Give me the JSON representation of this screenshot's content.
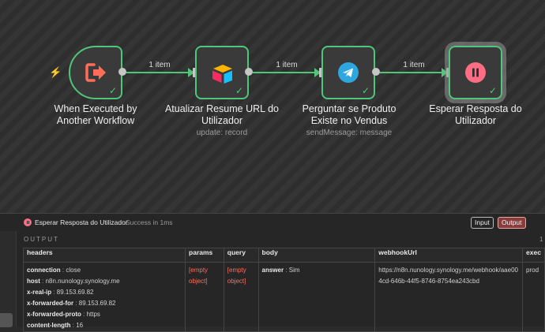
{
  "canvas": {
    "nodes": [
      {
        "title_line1": "When Executed by",
        "title_line2": "Another Workflow",
        "subtitle": "",
        "icon": "sign-in-arrow-icon"
      },
      {
        "title_line1": "Atualizar Resume URL do",
        "title_line2": "Utilizador",
        "subtitle": "update: record",
        "icon": "airtable-icon"
      },
      {
        "title_line1": "Perguntar se Produto",
        "title_line2": "Existe no Vendus",
        "subtitle": "sendMessage: message",
        "icon": "telegram-icon"
      },
      {
        "title_line1": "Esperar Resposta do",
        "title_line2": "Utilizador",
        "subtitle": "",
        "icon": "pause-icon"
      }
    ],
    "edges": [
      {
        "label": "1 item"
      },
      {
        "label": "1 item"
      },
      {
        "label": "1 item"
      }
    ],
    "colors": {
      "success": "#4fc67a",
      "trigger": "#ff6d5a",
      "wait": "#ff6d84",
      "telegram": "#2ea6e0"
    }
  },
  "panel": {
    "node_name": "Esperar Resposta do Utilizador",
    "status": "Success in 1ms",
    "input_label": "Input",
    "output_label": "Output",
    "section_label": "OUTPUT",
    "corner_text": "1",
    "table": {
      "columns": [
        "headers",
        "params",
        "query",
        "body",
        "webhookUrl",
        "exec"
      ],
      "headers": [
        {
          "key": "connection",
          "value": "close"
        },
        {
          "key": "host",
          "value": "n8n.nunology.synology.me"
        },
        {
          "key": "x-real-ip",
          "value": "89.153.69.82"
        },
        {
          "key": "x-forwarded-for",
          "value": "89.153.69.82"
        },
        {
          "key": "x-forwarded-proto",
          "value": "https"
        },
        {
          "key": "content-length",
          "value": "16"
        }
      ],
      "params": "[empty object]",
      "query": "[empty object]",
      "body": {
        "key": "answer",
        "value": "Sim"
      },
      "webhookUrl": "https://n8n.nunology.synology.me/webhook/aae004cd-646b-44f5-8746-8754ea243cbd",
      "exec": "prod"
    }
  }
}
